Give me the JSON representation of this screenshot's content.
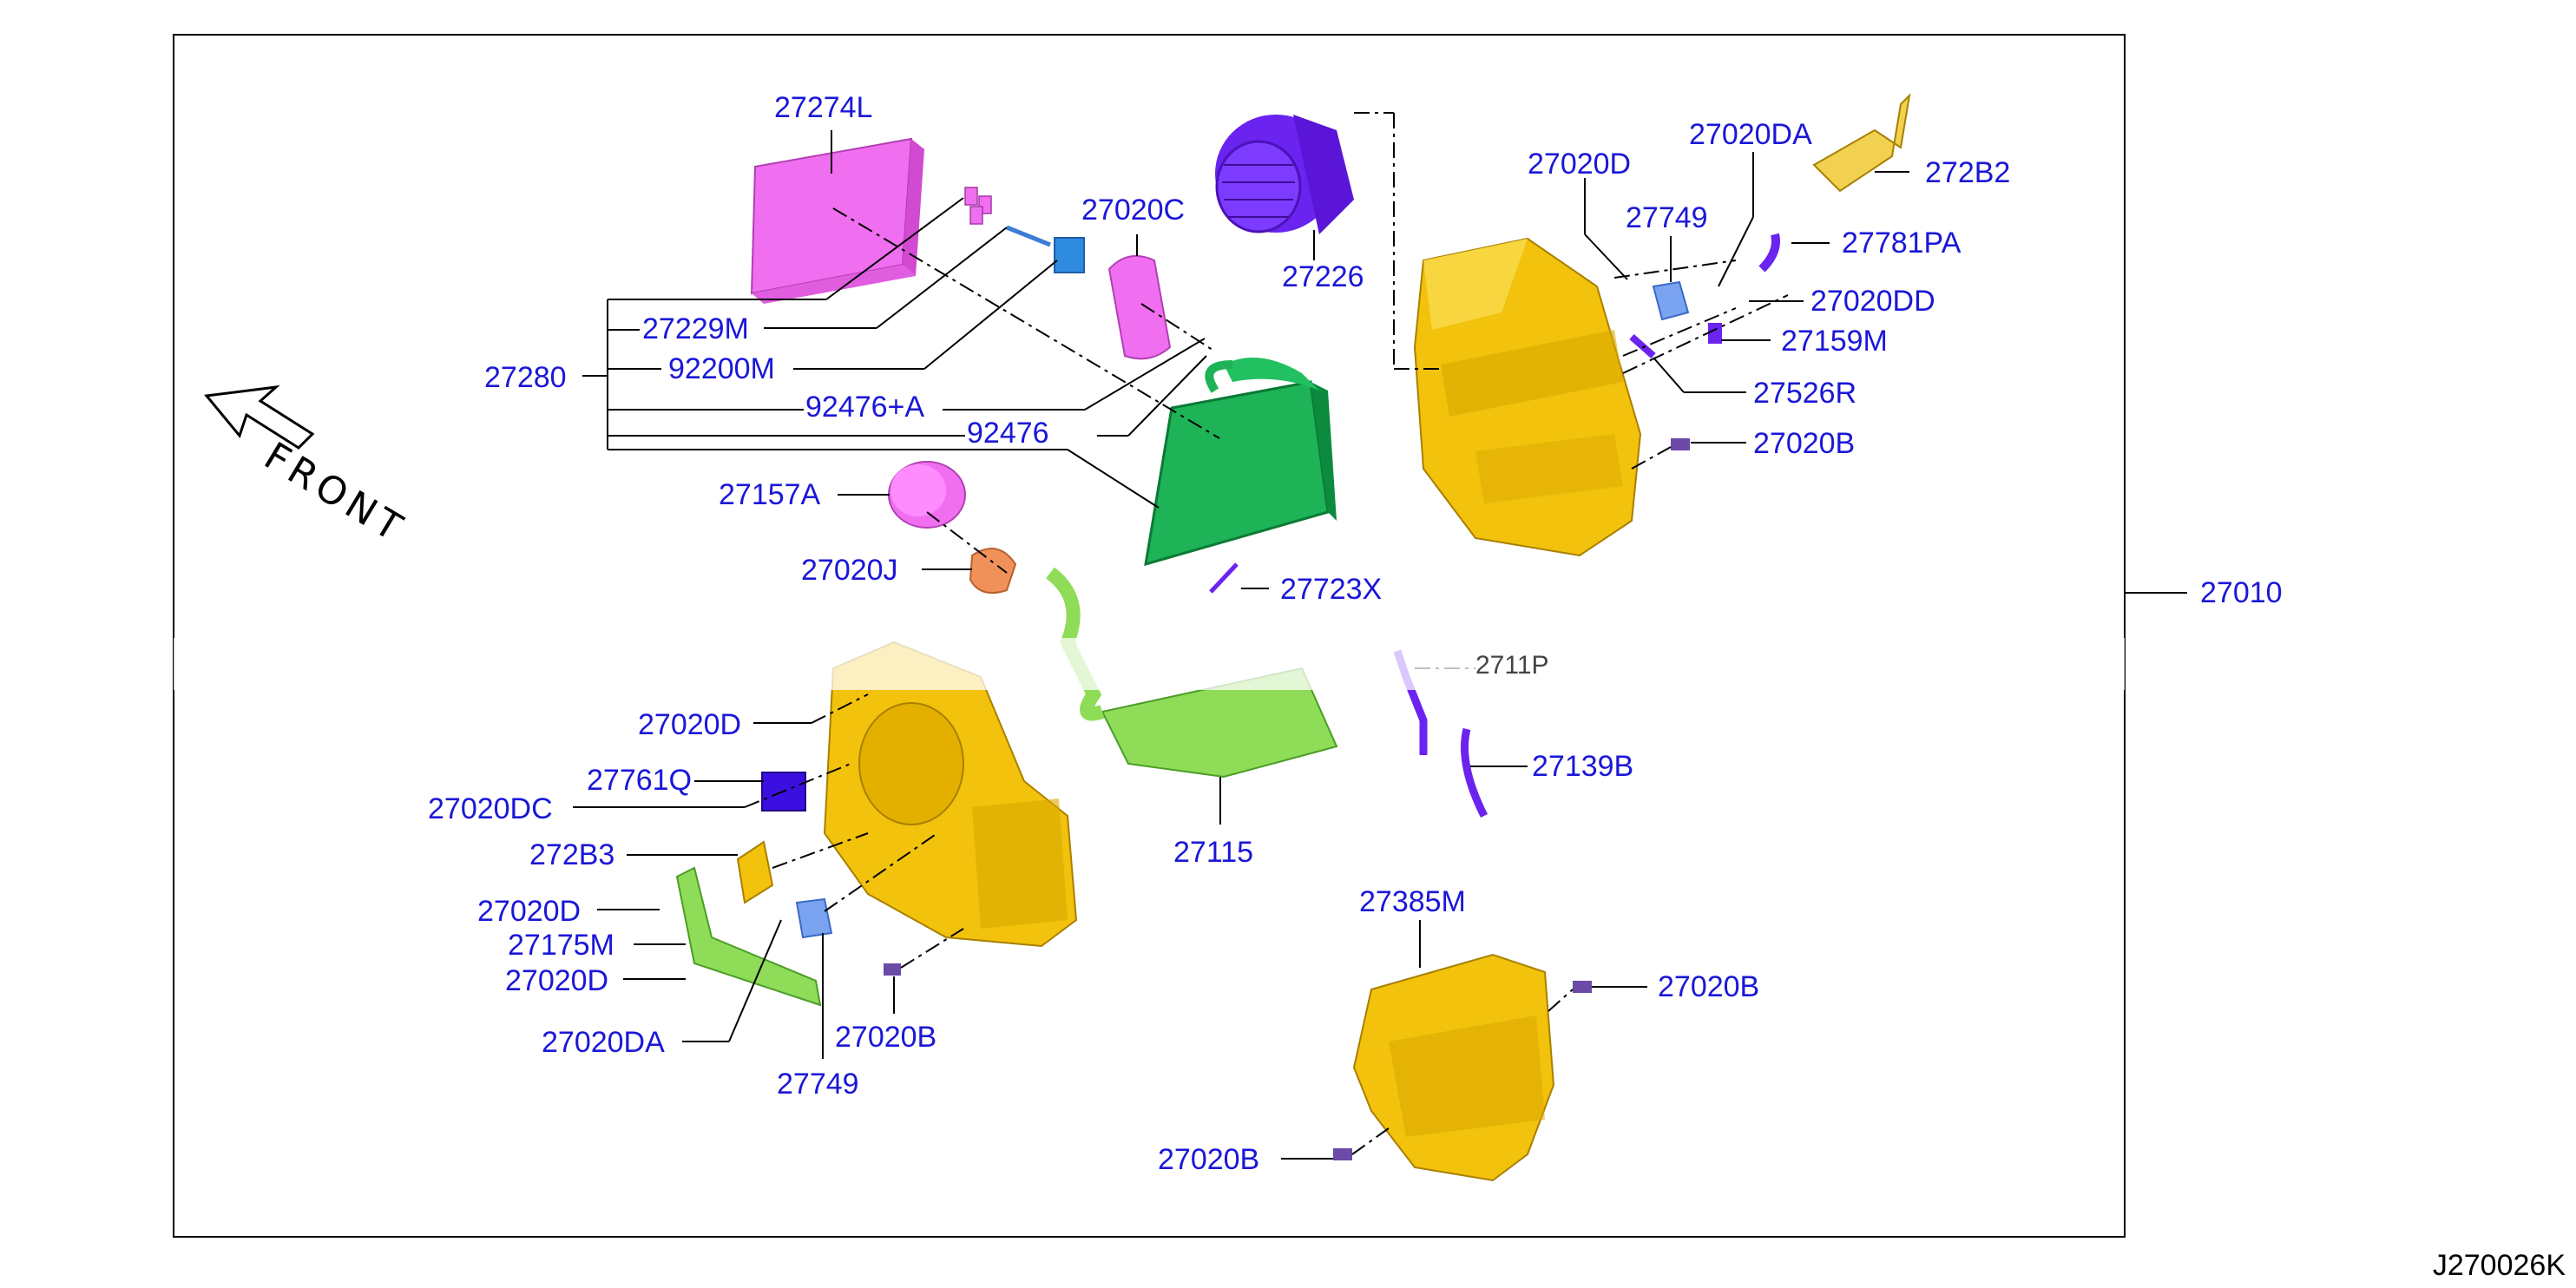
{
  "diagram_code": "J270026K",
  "front_label": "FRONT",
  "watermark_fragment": "2711P",
  "colors": {
    "label": "#1a17d8",
    "housing": "#f2c20c",
    "filter": "#f06ff0",
    "evaporator": "#1db356",
    "heater_core": "#8fdc58",
    "blower": "#6b23f0",
    "actuator": "#7aa3f0",
    "duct": "#6b23f0",
    "line": "#000000"
  },
  "parts": [
    "27274L",
    "27229M",
    "92200M",
    "27280",
    "92476+A",
    "92476",
    "27020C",
    "27226",
    "27157A",
    "27020J",
    "27723X",
    "27020D",
    "27749",
    "27020DA",
    "272B2",
    "27781PA",
    "27020DD",
    "27159M",
    "27526R",
    "27020B",
    "27010",
    "27139B",
    "27115",
    "27385M",
    "27020DC",
    "27761Q",
    "272B3",
    "27175M"
  ]
}
